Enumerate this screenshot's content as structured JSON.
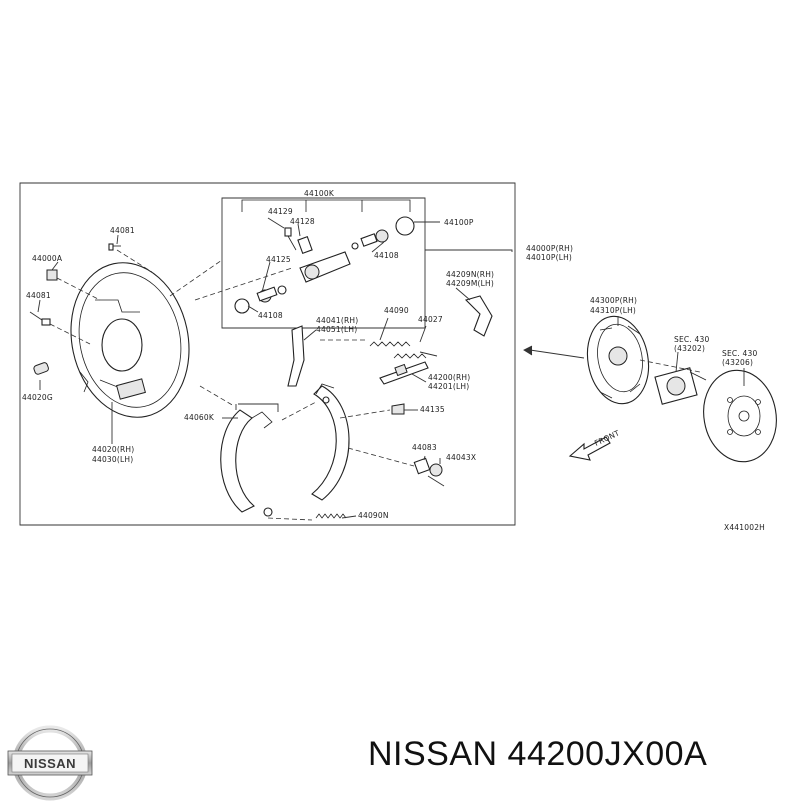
{
  "diagram": {
    "assembly_code": "X441002H",
    "front_label": "FRONT",
    "labels": {
      "p44100K": "44100K",
      "p44129": "44129",
      "p44128": "44128",
      "p44100P": "44100P",
      "p44125": "44125",
      "p44108a": "44108",
      "p44108b": "44108",
      "p44000P": "44000P(RH)",
      "p44010P": "44010P(LH)",
      "p44081a": "44081",
      "p44000A": "44000A",
      "p44081b": "44081",
      "p44020G": "44020G",
      "p44020": "44020(RH)",
      "p44030": "44030(LH)",
      "p44209N": "44209N(RH)",
      "p44209M": "44209M(LH)",
      "p44090": "44090",
      "p44027": "44027",
      "p44041": "44041(RH)",
      "p44051": "44051(LH)",
      "p44200": "44200(RH)",
      "p44201": "44201(LH)",
      "p44135": "44135",
      "p44060K": "44060K",
      "p44083": "44083",
      "p44043X": "44043X",
      "p44090N": "44090N",
      "p44300P": "44300P(RH)",
      "p44310P": "44310P(LH)",
      "sec430a": "SEC. 430",
      "p43202": "(43202)",
      "sec430b": "SEC. 430",
      "p43206": "(43206)"
    }
  },
  "brand": {
    "logo_text": "NISSAN"
  },
  "footer": {
    "title": "NISSAN 44200JX00A"
  }
}
